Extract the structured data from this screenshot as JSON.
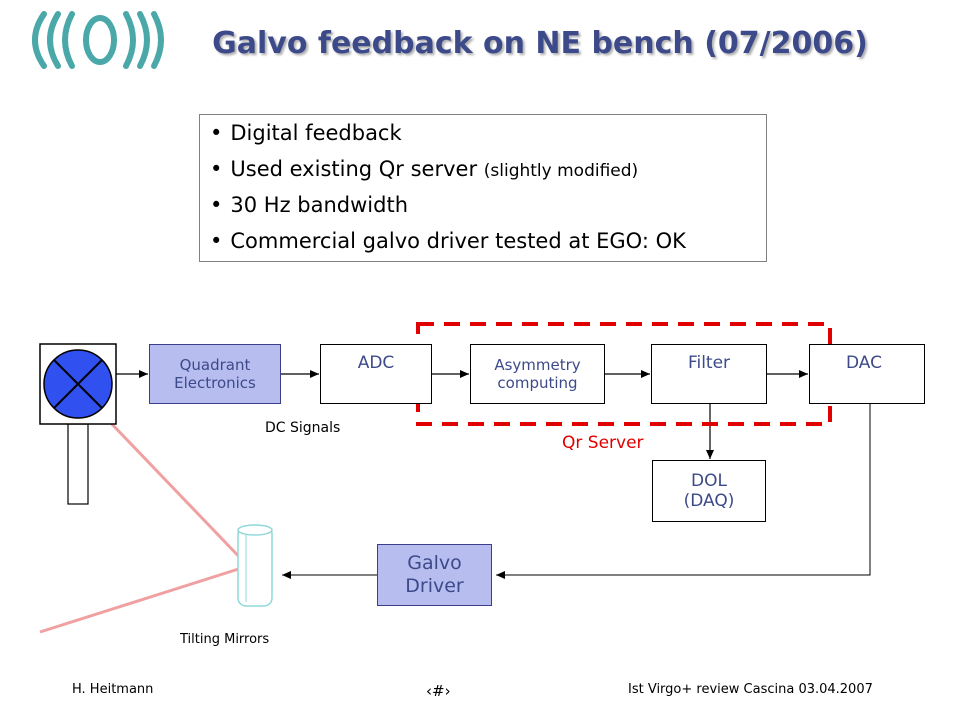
{
  "title": "Galvo feedback on NE bench (07/2006)",
  "bullets": {
    "b1": "Digital feedback",
    "b2_main": "Used existing Qr server ",
    "b2_small": "(slightly modified)",
    "b3": "30 Hz bandwidth",
    "b4": "Commercial galvo driver tested at EGO: OK"
  },
  "diagram": {
    "quadrant_line1": "Quadrant",
    "quadrant_line2": "Electronics",
    "adc": "ADC",
    "asym_line1": "Asymmetry",
    "asym_line2": "computing",
    "filter": "Filter",
    "dac": "DAC",
    "dol_line1": "DOL",
    "dol_line2": "(DAQ)",
    "galvo_line1": "Galvo",
    "galvo_line2": "Driver",
    "dc_signals": "DC Signals",
    "qr_server": "Qr Server",
    "tilting_mirrors": "Tilting Mirrors"
  },
  "footer": {
    "author": "H. Heitmann",
    "page": "‹#›",
    "event": "Ist Virgo+ review Cascina 03.04.2007"
  },
  "colors": {
    "title": "#3d4a8a",
    "box_fill": "#b8bdf0",
    "qr_dash": "#e00000",
    "beam": "#f0a0a0",
    "detector": "#3050f0",
    "logo": "#4aa8a8"
  }
}
